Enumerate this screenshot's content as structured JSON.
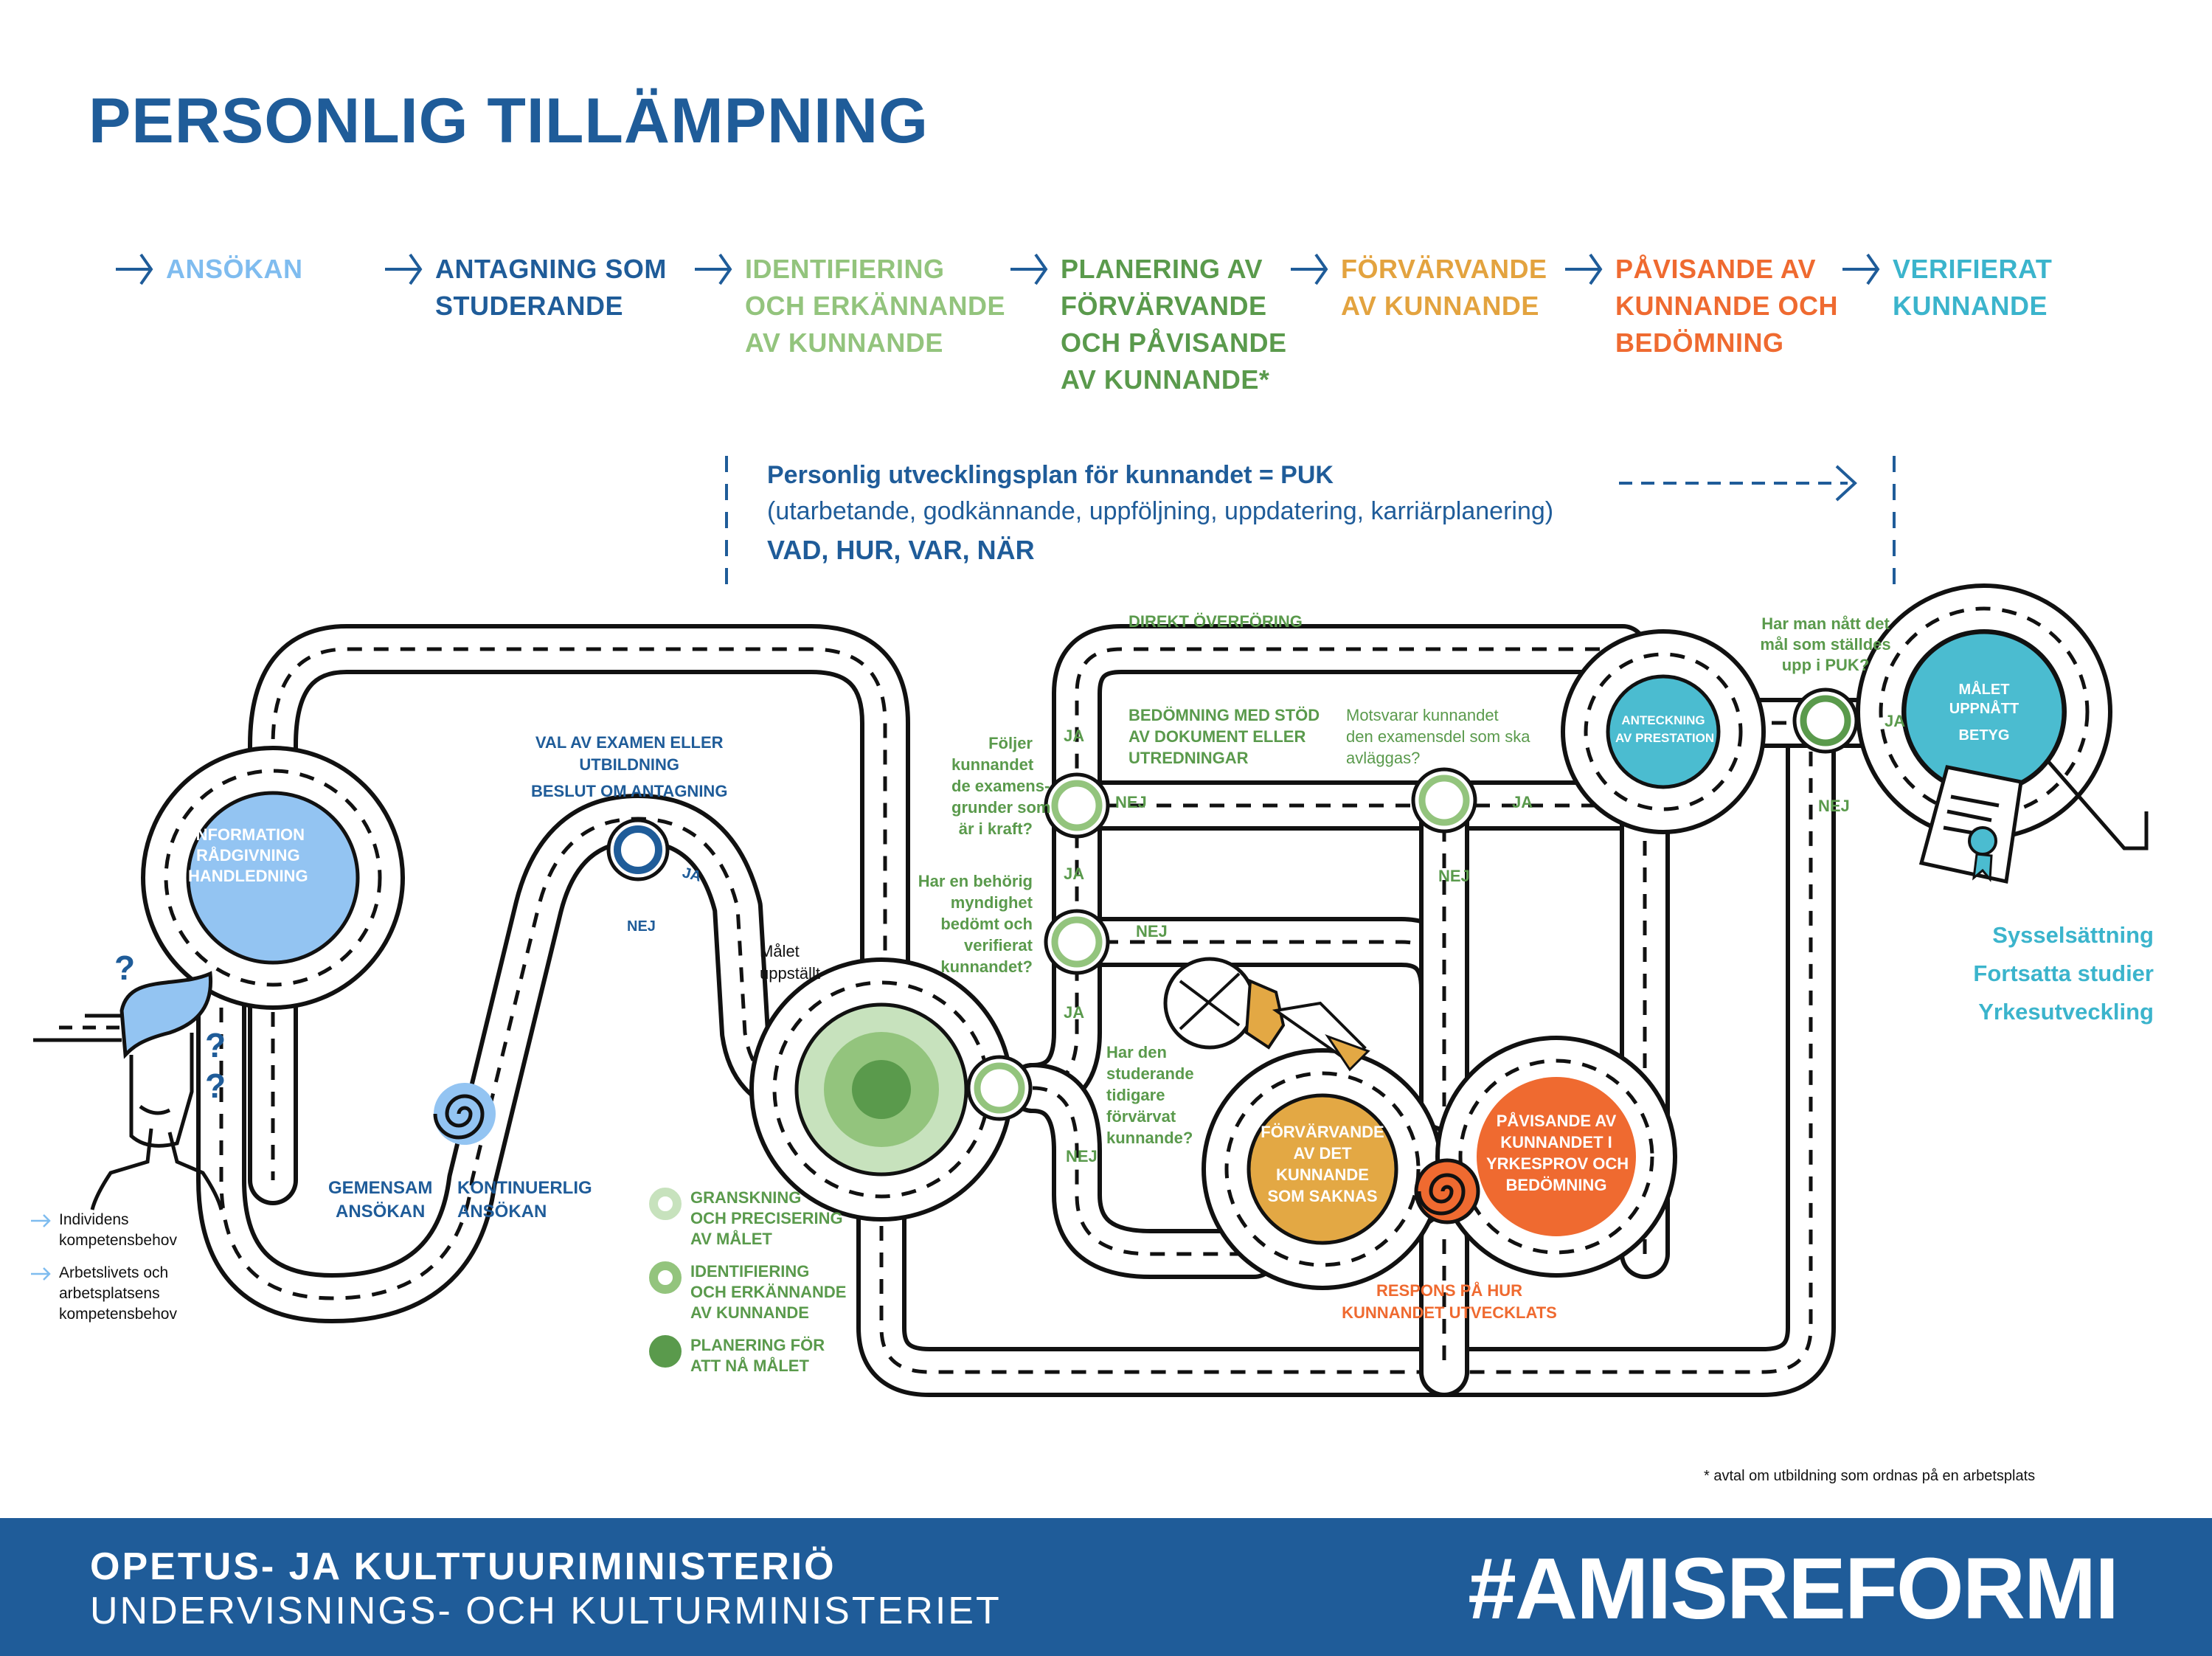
{
  "title": "PERSONLIG TILLÄMPNING",
  "steps": [
    {
      "lines": [
        "ANSÖKAN"
      ],
      "color": "#7fbcef"
    },
    {
      "lines": [
        "ANTAGNING SOM",
        "STUDERANDE"
      ],
      "color": "#1f5c99"
    },
    {
      "lines": [
        "IDENTIFIERING",
        "OCH ERKÄNNANDE",
        "AV KUNNANDE"
      ],
      "color": "#93c47d"
    },
    {
      "lines": [
        "PLANERING AV",
        "FÖRVÄRVANDE",
        "OCH PÅVISANDE",
        "AV KUNNANDE*"
      ],
      "color": "#5a9a4c"
    },
    {
      "lines": [
        "FÖRVÄRVANDE",
        "AV KUNNANDE"
      ],
      "color": "#e3a33f"
    },
    {
      "lines": [
        "PÅVISANDE AV",
        "KUNNANDE OCH",
        "BEDÖMNING"
      ],
      "color": "#ef6a30"
    },
    {
      "lines": [
        "VERIFIERAT",
        "KUNNANDE"
      ],
      "color": "#3bb4cc"
    }
  ],
  "puk": {
    "heading": "Personlig utvecklingsplan för kunnandet = PUK",
    "subtitle": "(utarbetande, godkännande, uppföljning, uppdatering, karriärplanering)",
    "questions": "VAD, HUR, VAR, NÄR"
  },
  "nodes": {
    "info": [
      "INFORMATION",
      "RÅDGIVNING",
      "HANDLEDNING"
    ],
    "val": [
      "VAL AV EXAMEN ELLER",
      "UTBILDNING"
    ],
    "beslut": "BESLUT OM ANTAGNING",
    "gemensam": [
      "GEMENSAM",
      "ANSÖKAN"
    ],
    "kontinuerlig": [
      "KONTINUERLIG",
      "ANSÖKAN"
    ],
    "malet_uppstallt": [
      "Målet",
      "uppställt"
    ],
    "direkt": "DIREKT ÖVERFÖRING",
    "bedomning": [
      "BEDÖMNING MED STÖD",
      "AV DOKUMENT ELLER",
      "UTREDNINGAR"
    ],
    "motsvarar": [
      "Motsvarar kunnandet",
      "den examensdel som ska",
      "avläggas?"
    ],
    "foljer": [
      "Följer",
      "kunnandet",
      "de examens-",
      "grunder som",
      "är i kraft?"
    ],
    "behorig": [
      "Har en behörig",
      "myndighet",
      "bedömt och",
      "verifierat",
      "kunnandet?"
    ],
    "tidigare": [
      "Har den",
      "studerande",
      "tidigare",
      "förvärvat",
      "kunnande?"
    ],
    "anteckning": [
      "ANTECKNING",
      "AV PRESTATION"
    ],
    "har_man": [
      "Har man nått det",
      "mål som ställdes",
      "upp i PUK?"
    ],
    "malet_uppnatt": [
      "MÅLET",
      "UPPNÅTT"
    ],
    "betyg": "BETYG",
    "forvarvande": [
      "FÖRVÄRVANDE",
      "AV DET",
      "KUNNANDE",
      "SOM SAKNAS"
    ],
    "pavisande": [
      "PÅVISANDE AV",
      "KUNNANDET I",
      "YRKESPROV OCH",
      "BEDÖMNING"
    ],
    "respons": [
      "RESPONS PÅ HUR",
      "KUNNANDET UTVECKLATS"
    ]
  },
  "ja": "JA",
  "nej": "NEJ",
  "outcomes": [
    "Sysselsättning",
    "Fortsatta studier",
    "Yrkesutveckling"
  ],
  "needs": [
    {
      "lines": [
        "Individens",
        "kompetensbehov"
      ]
    },
    {
      "lines": [
        "Arbetslivets och",
        "arbetsplatsens",
        "kompetensbehov"
      ]
    }
  ],
  "legend": [
    {
      "lines": [
        "GRANSKNING",
        "OCH PRECISERING",
        "AV MÅLET"
      ],
      "color": "#c7e2bd",
      "style": "ring"
    },
    {
      "lines": [
        "IDENTIFIERING",
        "OCH ERKÄNNANDE",
        "AV KUNNANDE"
      ],
      "color": "#93c47d",
      "style": "ring"
    },
    {
      "lines": [
        "PLANERING FÖR",
        "ATT NÅ MÅLET"
      ],
      "color": "#5a9a4c",
      "style": "dot"
    }
  ],
  "question_mark": "?",
  "footnote": "* avtal om utbildning som ordnas på en arbetsplats",
  "footer": {
    "fi": "OPETUS- JA KULTTUURIMINISTERIÖ",
    "sv": "UNDERVISNINGS- OCH KULTURMINISTERIET",
    "hashtag": "#AMISREFORMI"
  },
  "colors": {
    "brand": "#1f5c99",
    "light_blue": "#93c4f2",
    "green_light": "#c7e2bd",
    "green_mid": "#93c47d",
    "green_dark": "#5a9a4c",
    "teal": "#4bbcd0",
    "orange": "#ef6a30",
    "amber": "#e3a844"
  }
}
